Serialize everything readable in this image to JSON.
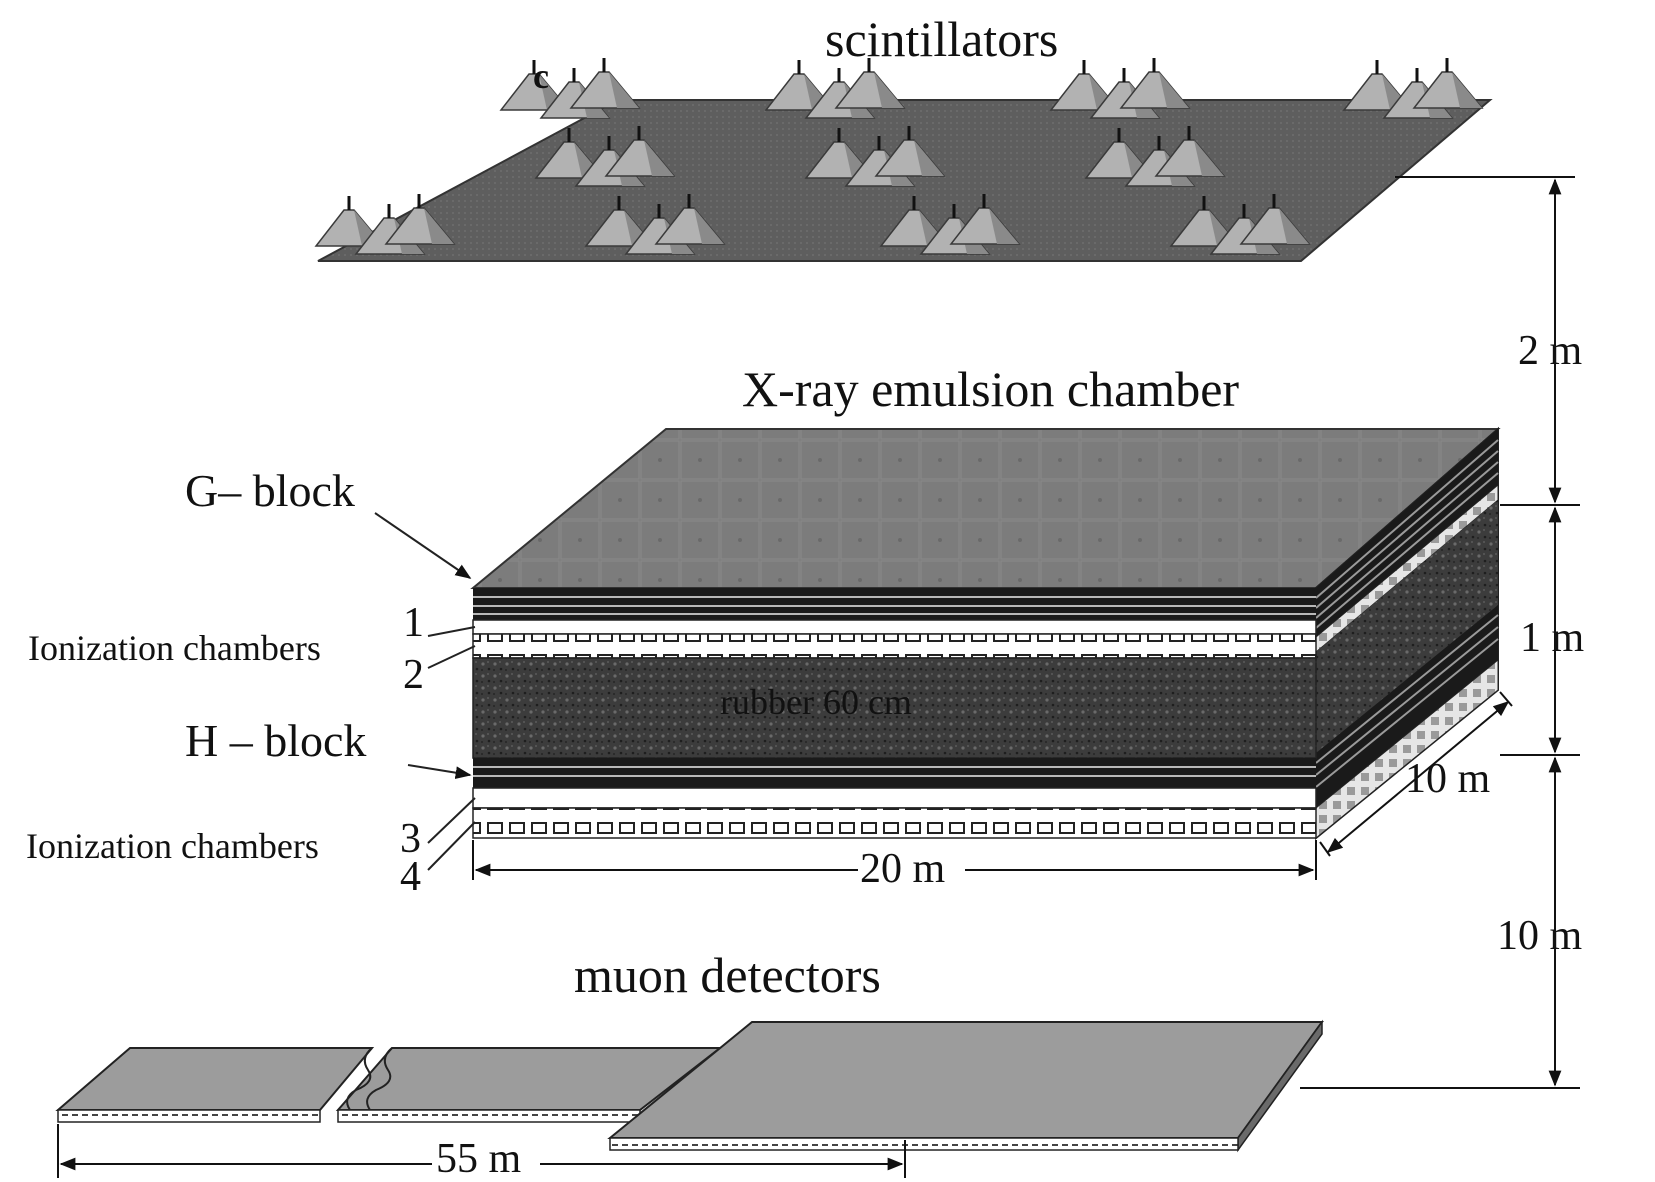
{
  "labels": {
    "scintillators": "scintillators",
    "c_mark": "c",
    "xrec_title": "X-ray emulsion chamber",
    "g_block": "G– block",
    "h_block": "H – block",
    "ion_chambers_upper": "Ionization chambers",
    "ion_chambers_lower": "Ionization chambers",
    "layer_1": "1",
    "layer_2": "2",
    "layer_3": "3",
    "layer_4": "4",
    "rubber": "rubber 60 cm",
    "muon_detectors": "muon detectors"
  },
  "dimensions": {
    "gap_scint_chamber": "2 m",
    "chamber_height": "1 m",
    "chamber_depth": "10 m",
    "chamber_width": "20 m",
    "gap_chamber_muon": "10 m",
    "muon_length": "55 m"
  },
  "colors": {
    "scint_plate": "#5e5e5e",
    "tent": "#b2b2b2",
    "chamber_top": "#7c7c7c",
    "rubber": "#3e3e3e",
    "muon_plate": "#9c9c9c"
  }
}
